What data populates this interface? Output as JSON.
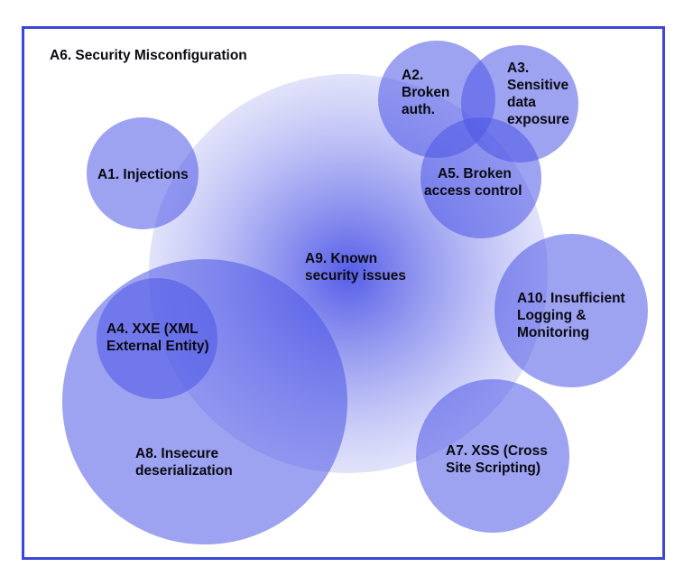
{
  "diagram": {
    "title": "A6. Security Misconfiguration",
    "colors": {
      "frame": "#3d45d6",
      "circle_fill": "#4d55e6",
      "text": "#0a0a12"
    },
    "nodes": {
      "a1": {
        "lines": [
          "A1. Injections"
        ]
      },
      "a2": {
        "lines": [
          "A2.",
          "Broken",
          "auth."
        ]
      },
      "a3": {
        "lines": [
          "A3.",
          "Sensitive",
          "data",
          "exposure"
        ]
      },
      "a4": {
        "lines": [
          "A4. XXE (XML",
          "External Entity)"
        ]
      },
      "a5": {
        "lines": [
          "A5. Broken",
          "access control"
        ]
      },
      "a7": {
        "lines": [
          "A7. XSS (Cross",
          "Site Scripting)"
        ]
      },
      "a8": {
        "lines": [
          "A8. Insecure",
          "deserialization"
        ]
      },
      "a9": {
        "lines": [
          "A9. Known",
          "security issues"
        ]
      },
      "a10": {
        "lines": [
          "A10. Insufficient",
          "Logging &",
          "Monitoring"
        ]
      }
    }
  }
}
